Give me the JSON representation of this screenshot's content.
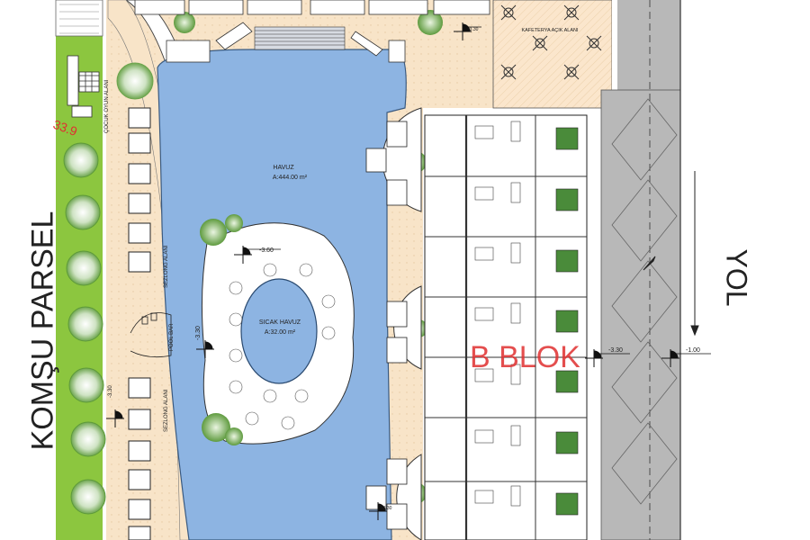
{
  "labels": {
    "neighbor_parcel": "KOMŞU PARSEL",
    "road": "YOL",
    "pool_name": "HAVUZ",
    "pool_area": "A:444.00 m²",
    "hot_pool_name": "SICAK HAVUZ",
    "hot_pool_area": "A:32.00 m²",
    "cafeteria": "KAFETERYA AÇIK ALANI",
    "playground": "ÇOCUK OYUN ALANI",
    "sunbed_area_1": "SEZLONG ALANI",
    "sunbed_area_2": "SEZLONG ALANI",
    "pool_bar": "POOL BAR",
    "block": "B BLOK",
    "red_number": "33.9"
  },
  "elevations": {
    "hot_pool": "-3.60",
    "pool_bar": "-3.30",
    "block_edge": "-3.30",
    "road": "-1.00",
    "top_path": "-3.30",
    "left_path": "-3.30",
    "bottom_path": "-3.30"
  },
  "colors": {
    "pool_water": "#8DB4E2",
    "green_strip": "#8CC63F",
    "deck": "#F8E4C8",
    "cafeteria": "#FBE6CC",
    "road": "#B8B8B8",
    "tree": "#7CB342",
    "red_text": "#E03030"
  }
}
